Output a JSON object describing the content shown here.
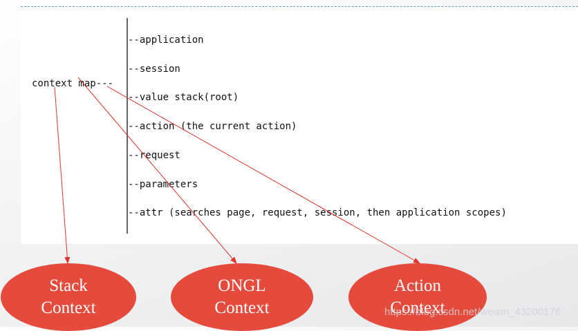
{
  "tree": {
    "root_label": "context map---",
    "branches": [
      "--application",
      "--session",
      "--value stack(root)",
      "--action (the current action)",
      "--request",
      "--parameters",
      "--attr (searches page, request, session, then application scopes)"
    ]
  },
  "contexts": [
    {
      "line1": "Stack",
      "line2": "Context"
    },
    {
      "line1": "ONGL",
      "line2": "Context"
    },
    {
      "line1": "Action",
      "line2": "Context"
    }
  ],
  "watermark": "https://blog.csdn.net/weixin_43200176",
  "colors": {
    "node_fill": "#e54b3c",
    "arrow": "#e0332a",
    "panel_border": "#5b9bd5"
  }
}
